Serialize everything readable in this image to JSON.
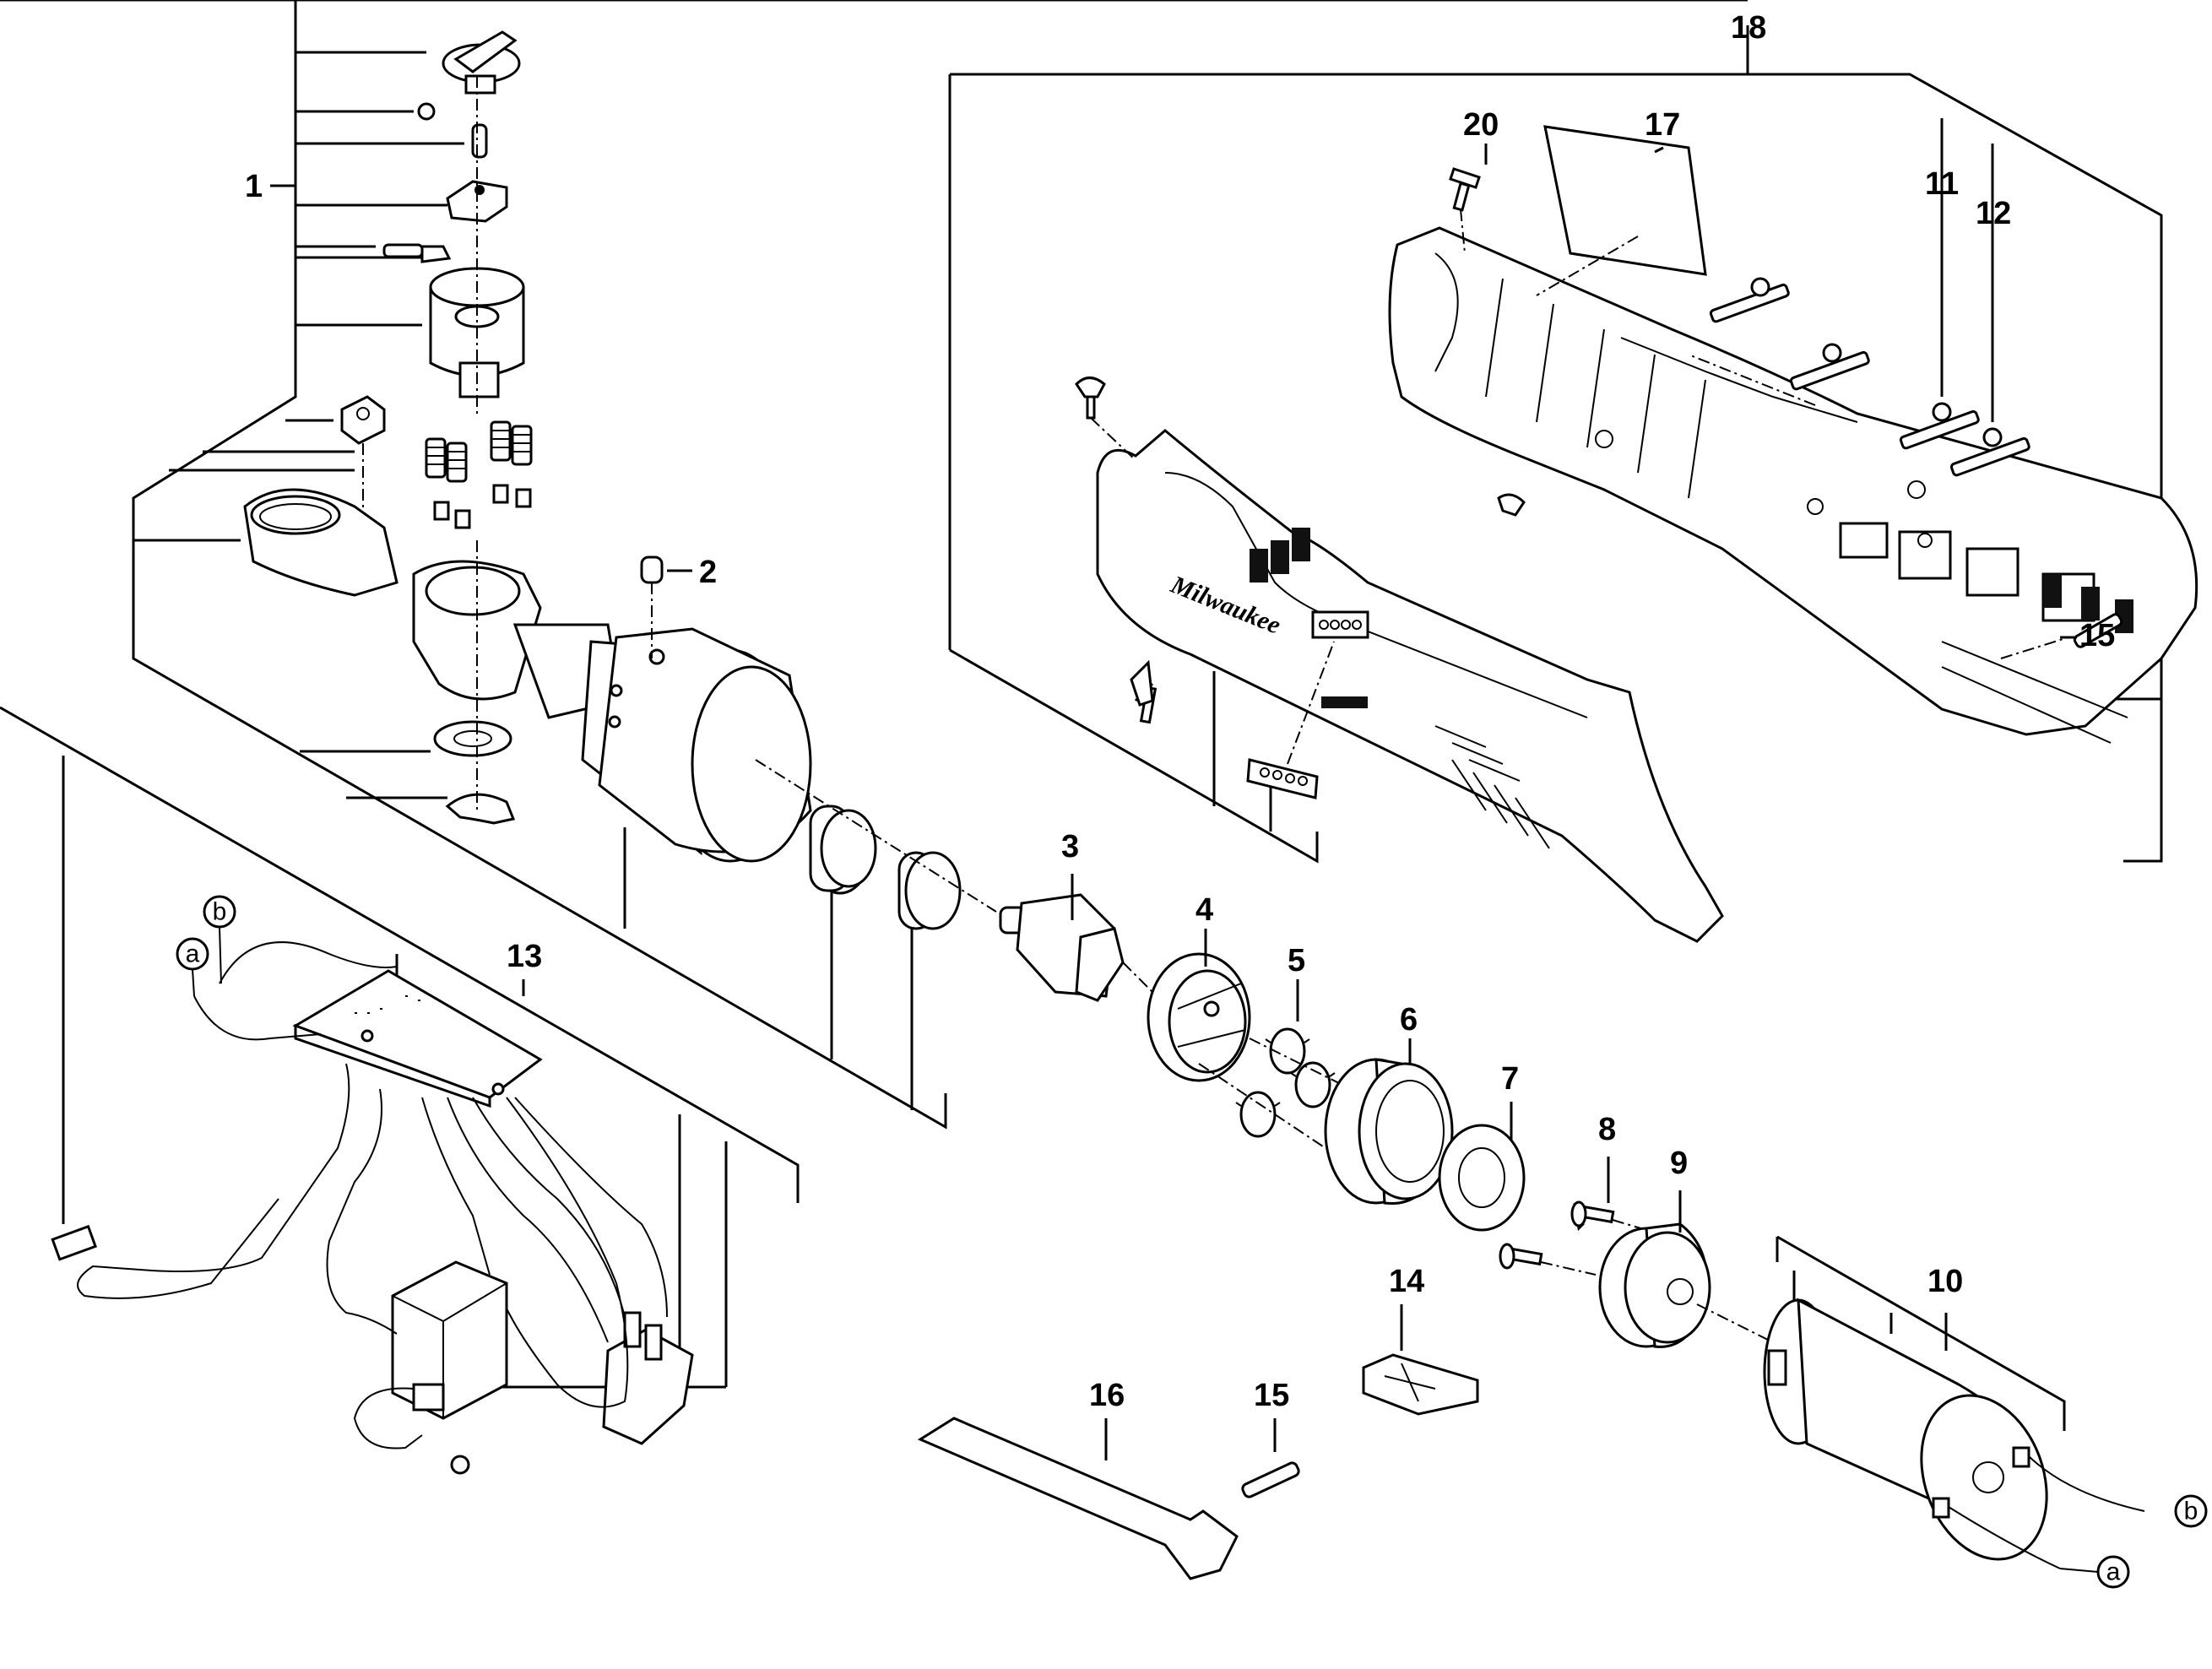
{
  "diagram": {
    "brand_text": "Milwaukee",
    "callouts": [
      "1",
      "2",
      "3",
      "4",
      "5",
      "6",
      "7",
      "8",
      "9",
      "10",
      "11",
      "12",
      "13",
      "14",
      "15",
      "15",
      "16",
      "17",
      "18",
      "20"
    ],
    "wire_labels": [
      "a",
      "b",
      "a",
      "b"
    ]
  }
}
